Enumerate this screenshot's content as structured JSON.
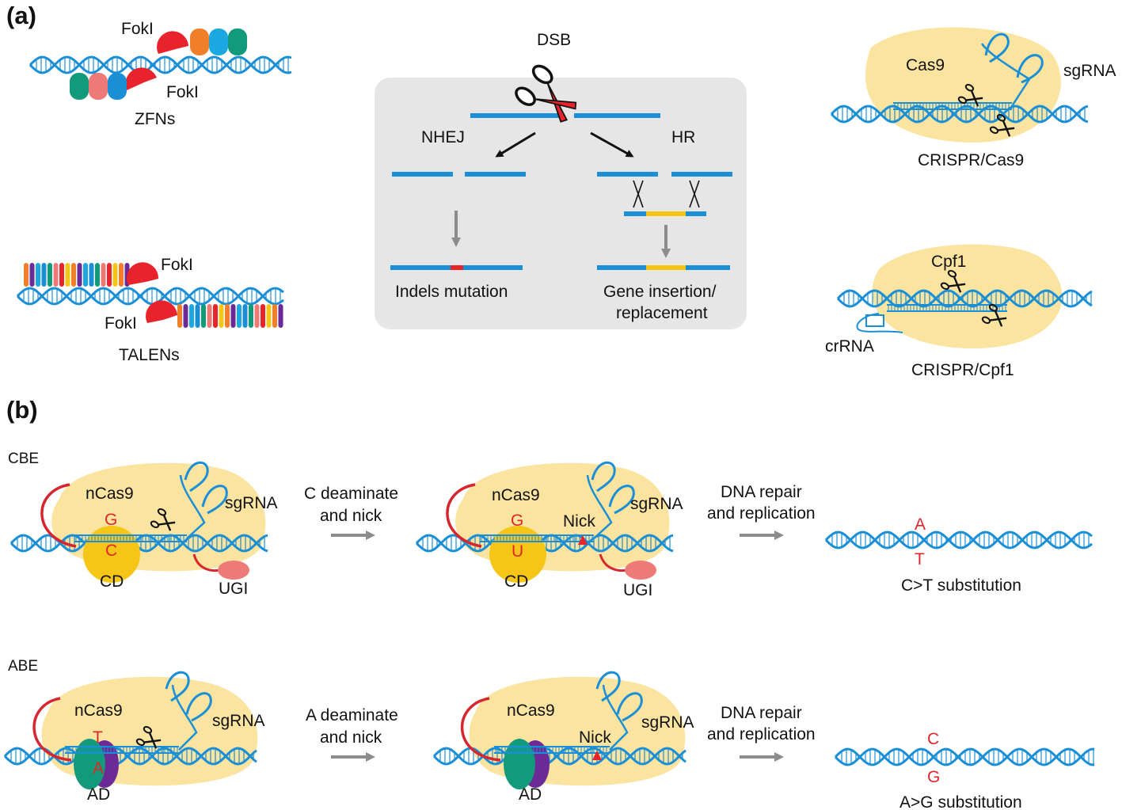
{
  "panel_a": {
    "label": "(a)",
    "zfn": {
      "foki_top": "FokI",
      "foki_bottom": "FokI",
      "name": "ZFNs"
    },
    "talen": {
      "foki_top": "FokI",
      "foki_bottom": "FokI",
      "name": "TALENs"
    },
    "repair": {
      "dsb": "DSB",
      "nhej": "NHEJ",
      "hr": "HR",
      "indels": "Indels mutation",
      "gene_line1": "Gene insertion/",
      "gene_line2": "replacement"
    },
    "cas9": {
      "protein": "Cas9",
      "rna": "sgRNA",
      "name": "CRISPR/Cas9"
    },
    "cpf1": {
      "protein": "Cpf1",
      "rna": "crRNA",
      "name": "CRISPR/Cpf1"
    }
  },
  "panel_b": {
    "label": "(b)",
    "cbe": {
      "name": "CBE",
      "left": {
        "protein": "nCas9",
        "rna": "sgRNA",
        "top_base": "G",
        "bottom_base": "C",
        "deaminase": "CD",
        "inhibitor": "UGI"
      },
      "step1_line1": "C deaminate",
      "step1_line2": "and nick",
      "mid": {
        "protein": "nCas9",
        "rna": "sgRNA",
        "top_base": "G",
        "bottom_base": "U",
        "nick": "Nick",
        "deaminase": "CD",
        "inhibitor": "UGI"
      },
      "step2_line1": "DNA repair",
      "step2_line2": "and replication",
      "result": {
        "top_base": "A",
        "bottom_base": "T",
        "caption": "C>T substitution"
      }
    },
    "abe": {
      "name": "ABE",
      "left": {
        "protein": "nCas9",
        "rna": "sgRNA",
        "top_base": "T",
        "bottom_base": "A",
        "deaminase": "AD"
      },
      "step1_line1": "A deaminate",
      "step1_line2": "and nick",
      "mid": {
        "protein": "nCas9",
        "rna": "sgRNA",
        "nick": "Nick",
        "deaminase": "AD"
      },
      "step2_line1": "DNA repair",
      "step2_line2": "and replication",
      "result": {
        "top_base": "C",
        "bottom_base": "G",
        "caption": "A>G substitution"
      }
    }
  },
  "colors": {
    "dna": "#1a8fd6",
    "protein_blob": "#fbe3a0",
    "foki": "#e8232b",
    "repair_box": "#e6e6e6",
    "insert": "#f5c60d",
    "indel": "#e8232b",
    "base_text": "#e0262b",
    "cd": "#f5c518",
    "ugi": "#ee7a78",
    "ad_green": "#139a7a",
    "ad_purple": "#6b2a95",
    "arrow_grey": "#8c8c8c"
  }
}
